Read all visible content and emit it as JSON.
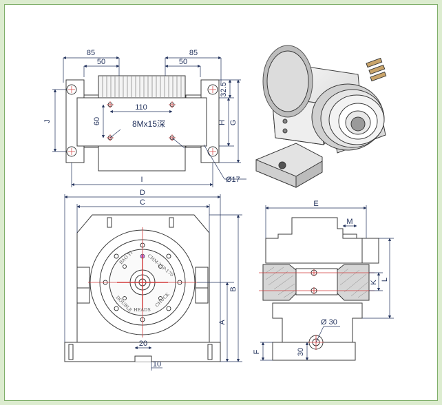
{
  "dimensions": {
    "top_left_85": "85",
    "top_left_50": "50",
    "top_right_85": "85",
    "top_right_50": "50",
    "hole_spacing_110": "110",
    "hole_spacing_60": "60",
    "thread_note": "8Mx15深",
    "j": "J",
    "h": "H",
    "g": "G",
    "offset_32_5": "32.5",
    "i": "I",
    "hole_dia_17": "Ø17",
    "d": "D",
    "c": "C",
    "a": "A",
    "b": "B",
    "slot_20": "20",
    "slot_10": "10",
    "e": "E",
    "m": "M",
    "k": "K",
    "l": "L",
    "f": "F",
    "bore_30_dia": "Ø 30",
    "bore_30": "30"
  },
  "engraving": {
    "top": "BAO YI",
    "model": "CHM-25P-170",
    "bottom_left": "DOUBLE",
    "bottom_mid": "HEADS",
    "bottom_right": "CHUCK"
  },
  "colors": {
    "line": "#3a3a3a",
    "dimension": "#1f2f5a",
    "centerline": "#d23a3a",
    "frame_border": "#7fae6a",
    "background": "#dceccf"
  }
}
